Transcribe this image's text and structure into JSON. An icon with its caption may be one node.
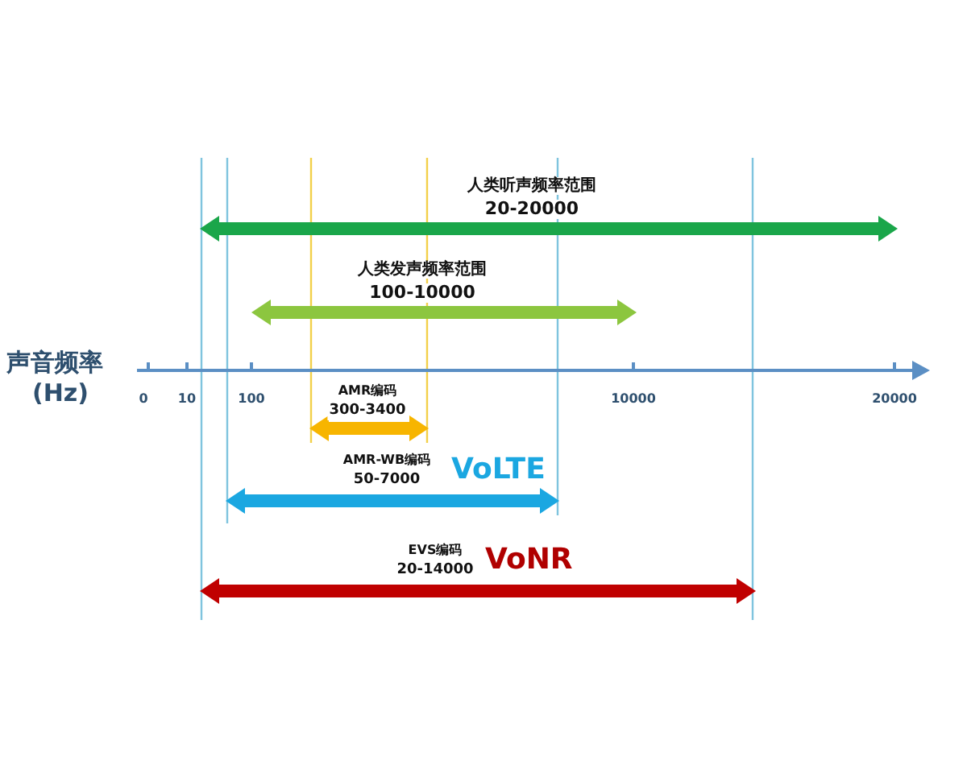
{
  "diagram": {
    "nodes": [
      {
        "text": [
          "人类听声频率范围",
          "20-20000"
        ]
      },
      {
        "text": [
          "人类发声频率范围",
          "100-10000"
        ]
      },
      {
        "text": [
          "AMR编码",
          "300-3400"
        ]
      },
      {
        "text": [
          "AMR-WB编码",
          "50-7000",
          "VoLTE"
        ]
      },
      {
        "text": [
          "EVS编码",
          "20-14000",
          "VoNR"
        ]
      }
    ],
    "labels": [
      "声音频率",
      "(Hz)",
      "0",
      "10",
      "100",
      "10000",
      "20000"
    ]
  }
}
